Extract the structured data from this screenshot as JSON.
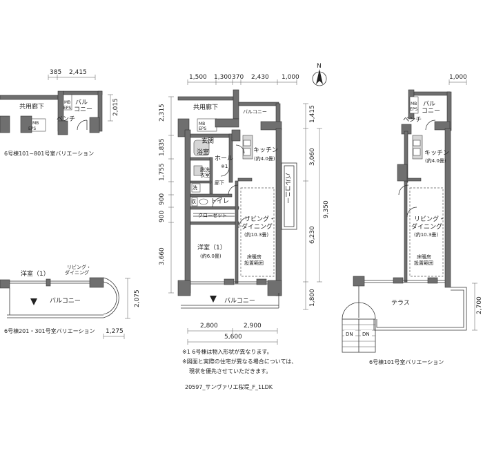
{
  "top_left_plan": {
    "dims_top": [
      "385",
      "2,415"
    ],
    "dim_right": "2,015",
    "corridor": "共用廊下",
    "mb": "MB",
    "eps": "EPS",
    "mb_eps": "MB EPS",
    "balcony": "バル\nコニー",
    "bench": "ベンチ",
    "caption": "6号棟101~801号室バリエーション"
  },
  "mid_left_plan": {
    "western": "洋室（1）",
    "living": "リビング・\nダイニング",
    "balcony": "バルコニー",
    "dim_right": "2,075",
    "dim_bottom": "1,275",
    "caption": "6号棟201・301号室バリエーション"
  },
  "main_plan": {
    "dims_top": [
      "1,500",
      "1,300",
      "370",
      "2,430",
      "1,000"
    ],
    "dims_left": [
      "2,315",
      "1,835",
      "1,755",
      "900",
      "900",
      "3,660"
    ],
    "dims_right": [
      "1,415",
      "3,060",
      "9,350",
      "6,230",
      "1,800"
    ],
    "dims_bottom": [
      "2,800",
      "2,900"
    ],
    "dim_bottom_total": "5,600",
    "corridor": "共用廊下",
    "mb_eps": "MB EPS",
    "balcony_top": "バルコニー",
    "entrance": "玄関",
    "bath": "浴室",
    "hall": "ホール",
    "hall_note": "※1",
    "washroom": "脱洗\n衣室",
    "wash": "洗",
    "corridor_inner": "廊下",
    "storage": "収",
    "toilet": "トイレ",
    "closet": "クローゼット",
    "kitchen": "キッチン",
    "kitchen_size": "(約4.0畳)",
    "living": "リビング・\nダイニング",
    "living_size": "(約10.3畳)",
    "western": "洋室（1）",
    "western_size": "(約6.0畳)",
    "floor_heat": "床暖房\n設置範囲",
    "balcony_side": "バルコニー",
    "balcony_bottom": "バルコニー",
    "north": "N"
  },
  "notes": {
    "line1": "※1 6号棟は物入形状が異なります。",
    "line2": "※図面と実際の住宅が異なる場合については、",
    "line3": "現状を優先させていただきます。",
    "file": "20597_サンヴァリエ桜堤_F_1LDK"
  },
  "right_plan": {
    "dim_top": "1,000",
    "balcony": "バル\nコニー",
    "bench": "ベンチ",
    "kitchen": "キッチン",
    "kitchen_size": "(約4.0畳)",
    "living": "リビング・\nダイニング",
    "living_size": "(約10.3畳)",
    "floor_heat": "床暖房\n設置範囲",
    "terrace": "テラス",
    "dim_right": "2,700",
    "dn": "DN",
    "caption": "6号棟101号室バリエーション"
  }
}
